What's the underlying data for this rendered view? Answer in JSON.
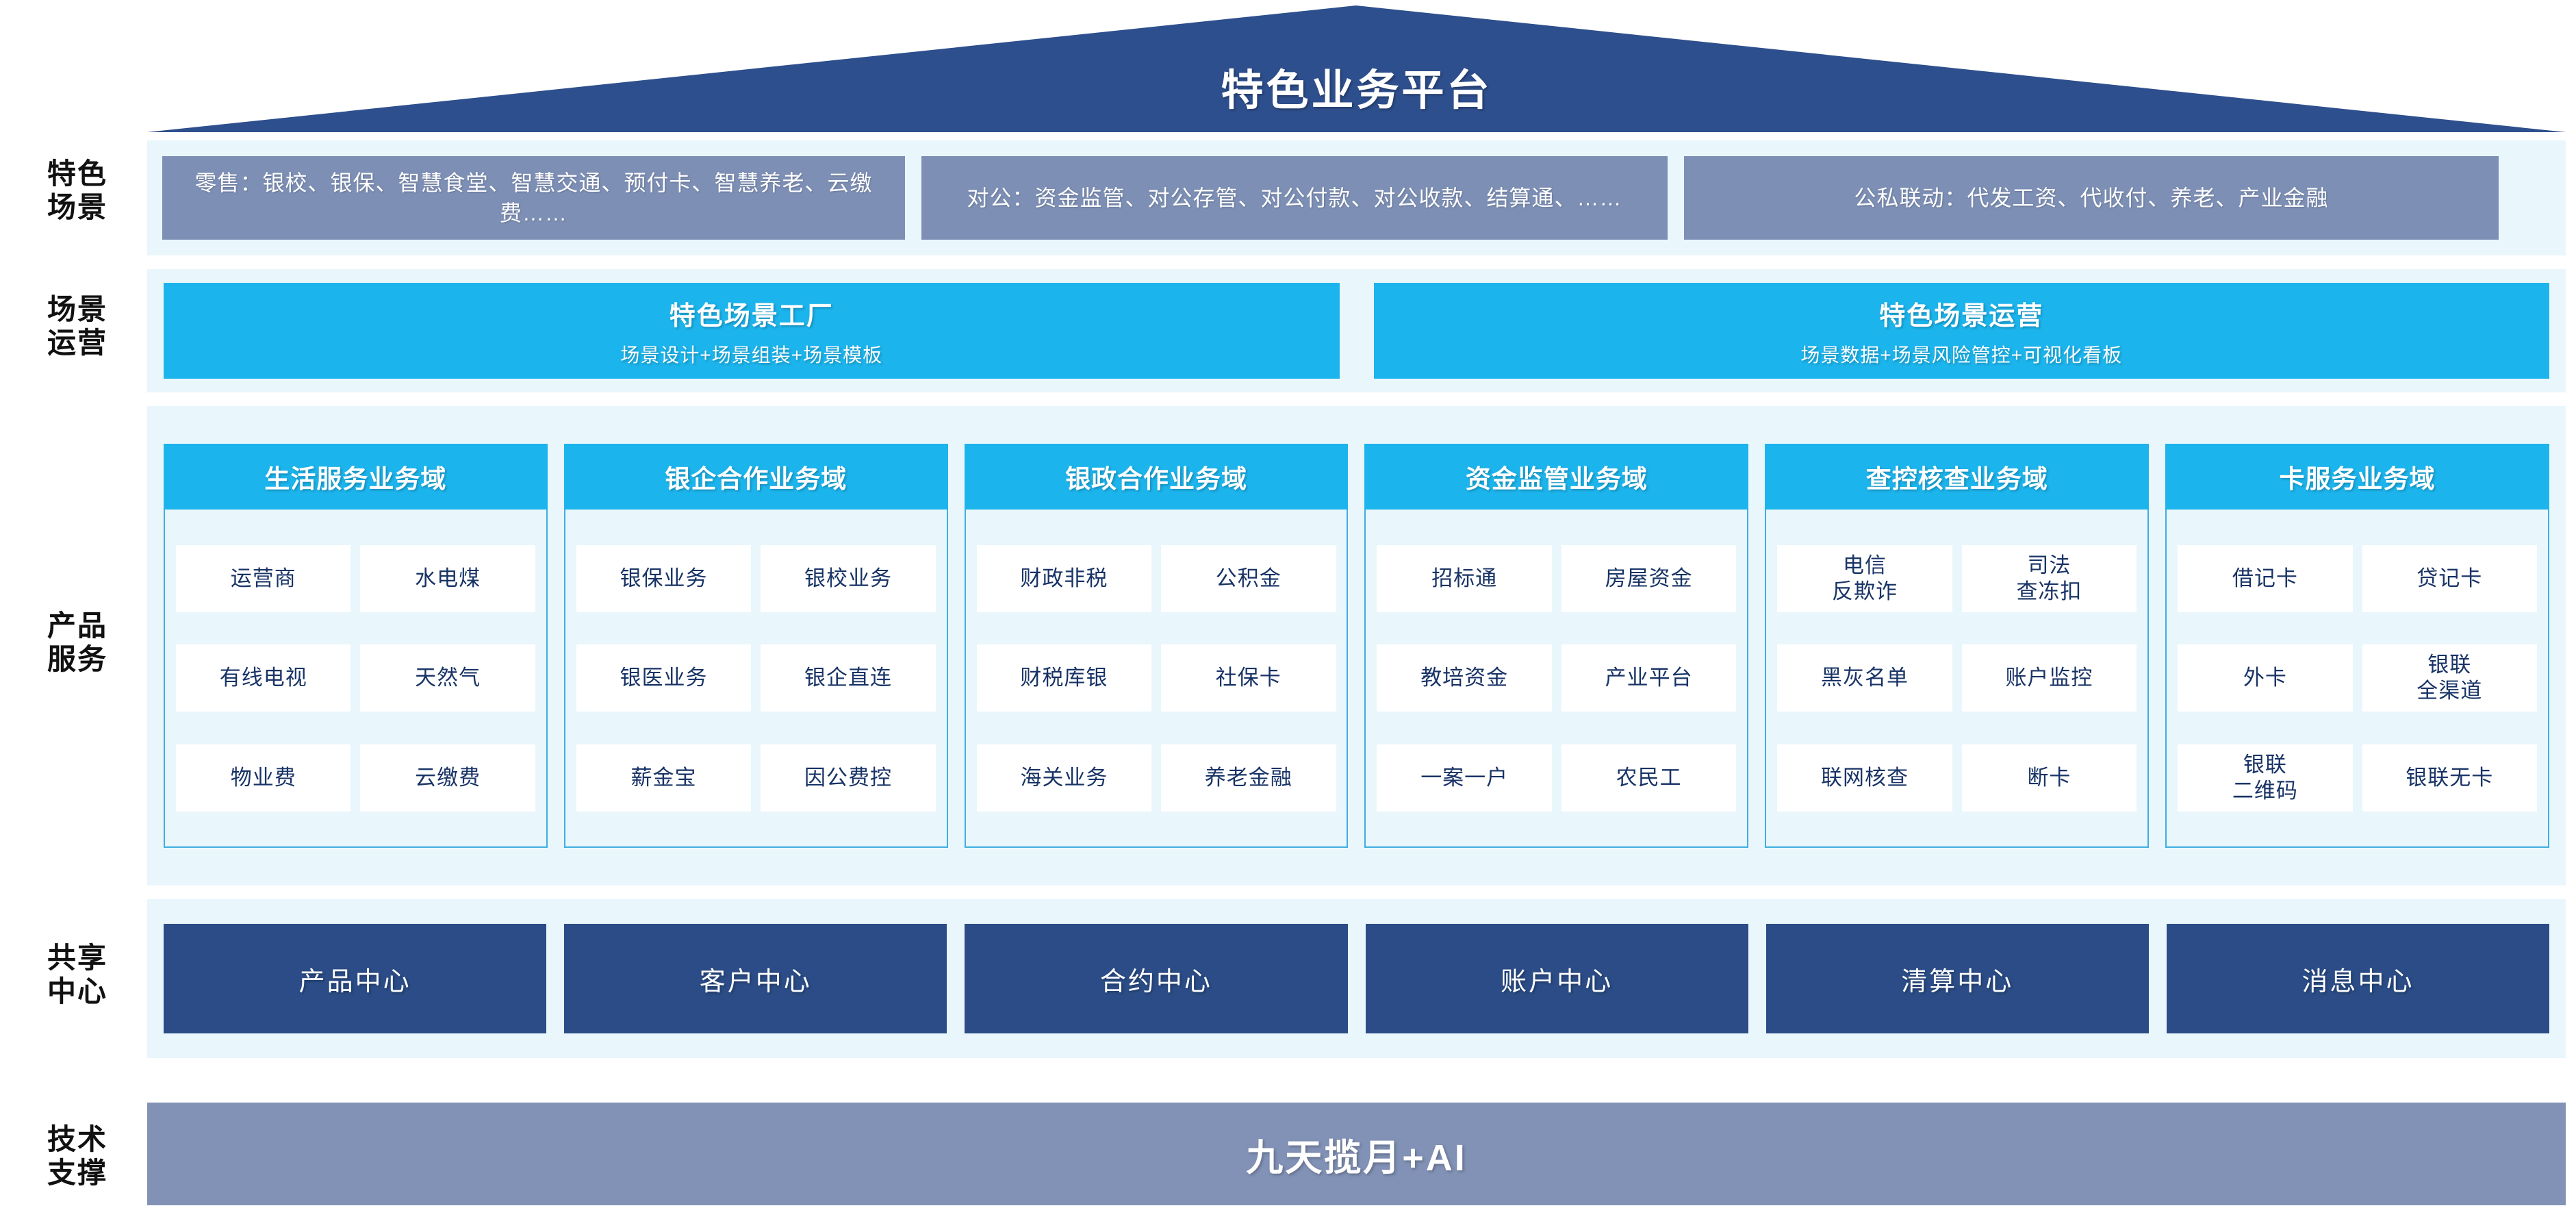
{
  "header": {
    "title": "特色业务平台",
    "banner_color": "#2E4F8D"
  },
  "row_labels": {
    "scenario": "特色\n场景",
    "operation": "场景\n运营",
    "product": "产品\n服务",
    "center": "共享\n中心",
    "tech": "技术\n支撑"
  },
  "scenario": {
    "box_color": "#7D8FB5",
    "items": [
      {
        "text": "零售：银校、银保、智慧食堂、智慧交通、预付卡、智慧养老、云缴费……"
      },
      {
        "text": "对公：资金监管、对公存管、对公付款、对公收款、结算通、……"
      },
      {
        "text": "公私联动：代发工资、代收付、养老、产业金融"
      }
    ]
  },
  "operation": {
    "box_color": "#1CB4EC",
    "items": [
      {
        "title": "特色场景工厂",
        "subtitle": "场景设计+场景组装+场景模板"
      },
      {
        "title": "特色场景运营",
        "subtitle": "场景数据+场景风险管控+可视化看板"
      }
    ]
  },
  "product": {
    "header_color": "#1CB4EC",
    "body_color": "#E9F7FD",
    "text_color": "#183366",
    "domains": [
      {
        "title": "生活服务业务域",
        "rows": [
          [
            "运营商",
            "水电煤"
          ],
          [
            "有线电视",
            "天然气"
          ],
          [
            "物业费",
            "云缴费"
          ]
        ]
      },
      {
        "title": "银企合作业务域",
        "rows": [
          [
            "银保业务",
            "银校业务"
          ],
          [
            "银医业务",
            "银企直连"
          ],
          [
            "薪金宝",
            "因公费控"
          ]
        ]
      },
      {
        "title": "银政合作业务域",
        "rows": [
          [
            "财政非税",
            "公积金"
          ],
          [
            "财税库银",
            "社保卡"
          ],
          [
            "海关业务",
            "养老金融"
          ]
        ]
      },
      {
        "title": "资金监管业务域",
        "rows": [
          [
            "招标通",
            "房屋资金"
          ],
          [
            "教培资金",
            "产业平台"
          ],
          [
            "一案一户",
            "农民工"
          ]
        ]
      },
      {
        "title": "查控核查业务域",
        "rows": [
          [
            "电信\n反欺诈",
            "司法\n查冻扣"
          ],
          [
            "黑灰名单",
            "账户监控"
          ],
          [
            "联网核查",
            "断卡"
          ]
        ]
      },
      {
        "title": "卡服务业务域",
        "rows": [
          [
            "借记卡",
            "贷记卡"
          ],
          [
            "外卡",
            "银联\n全渠道"
          ],
          [
            "银联\n二维码",
            "银联无卡"
          ]
        ]
      }
    ]
  },
  "shared_center": {
    "box_color": "#2B4C86",
    "items": [
      "产品中心",
      "客户中心",
      "合约中心",
      "账户中心",
      "清算中心",
      "消息中心"
    ]
  },
  "tech": {
    "bar_color": "#8292B6",
    "label": "九天揽月+AI"
  }
}
